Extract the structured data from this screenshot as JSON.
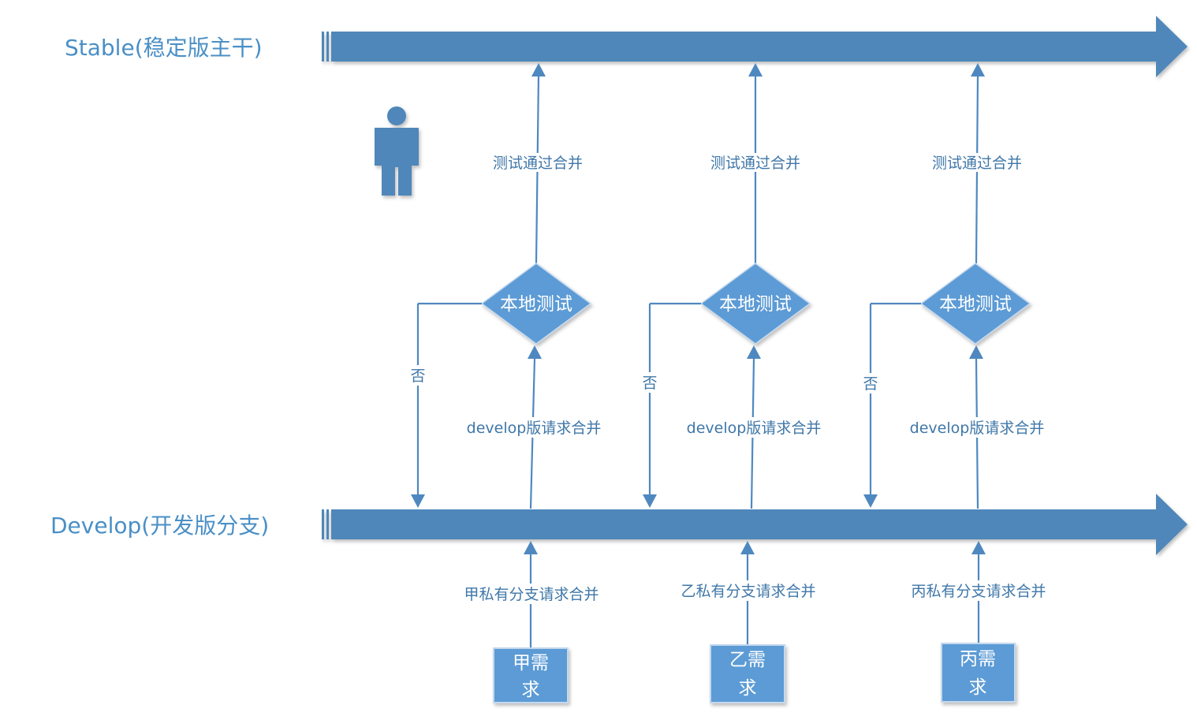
{
  "lanes": {
    "stable": "Stable(稳定版主干)",
    "develop": "Develop(开发版分支)"
  },
  "flows": [
    {
      "diamond": "本地测试",
      "pass_label": "测试通过合并",
      "merge_label": "develop版请求合并",
      "fail_label": "否",
      "branch_label": "甲私有分支请求合并",
      "req_line1": "甲需",
      "req_line2": "求"
    },
    {
      "diamond": "本地测试",
      "pass_label": "测试通过合并",
      "merge_label": "develop版请求合并",
      "fail_label": "否",
      "branch_label": "乙私有分支请求合并",
      "req_line1": "乙需",
      "req_line2": "求"
    },
    {
      "diamond": "本地测试",
      "pass_label": "测试通过合并",
      "merge_label": "develop版请求合并",
      "fail_label": "否",
      "branch_label": "丙私有分支请求合并",
      "req_line1": "丙需",
      "req_line2": "求"
    }
  ],
  "icons": {
    "person": "person-icon"
  },
  "colors": {
    "bar": "#4f87ba",
    "node": "#5b9bd5",
    "line": "#4f88c0",
    "label": "#4a8fc6"
  }
}
